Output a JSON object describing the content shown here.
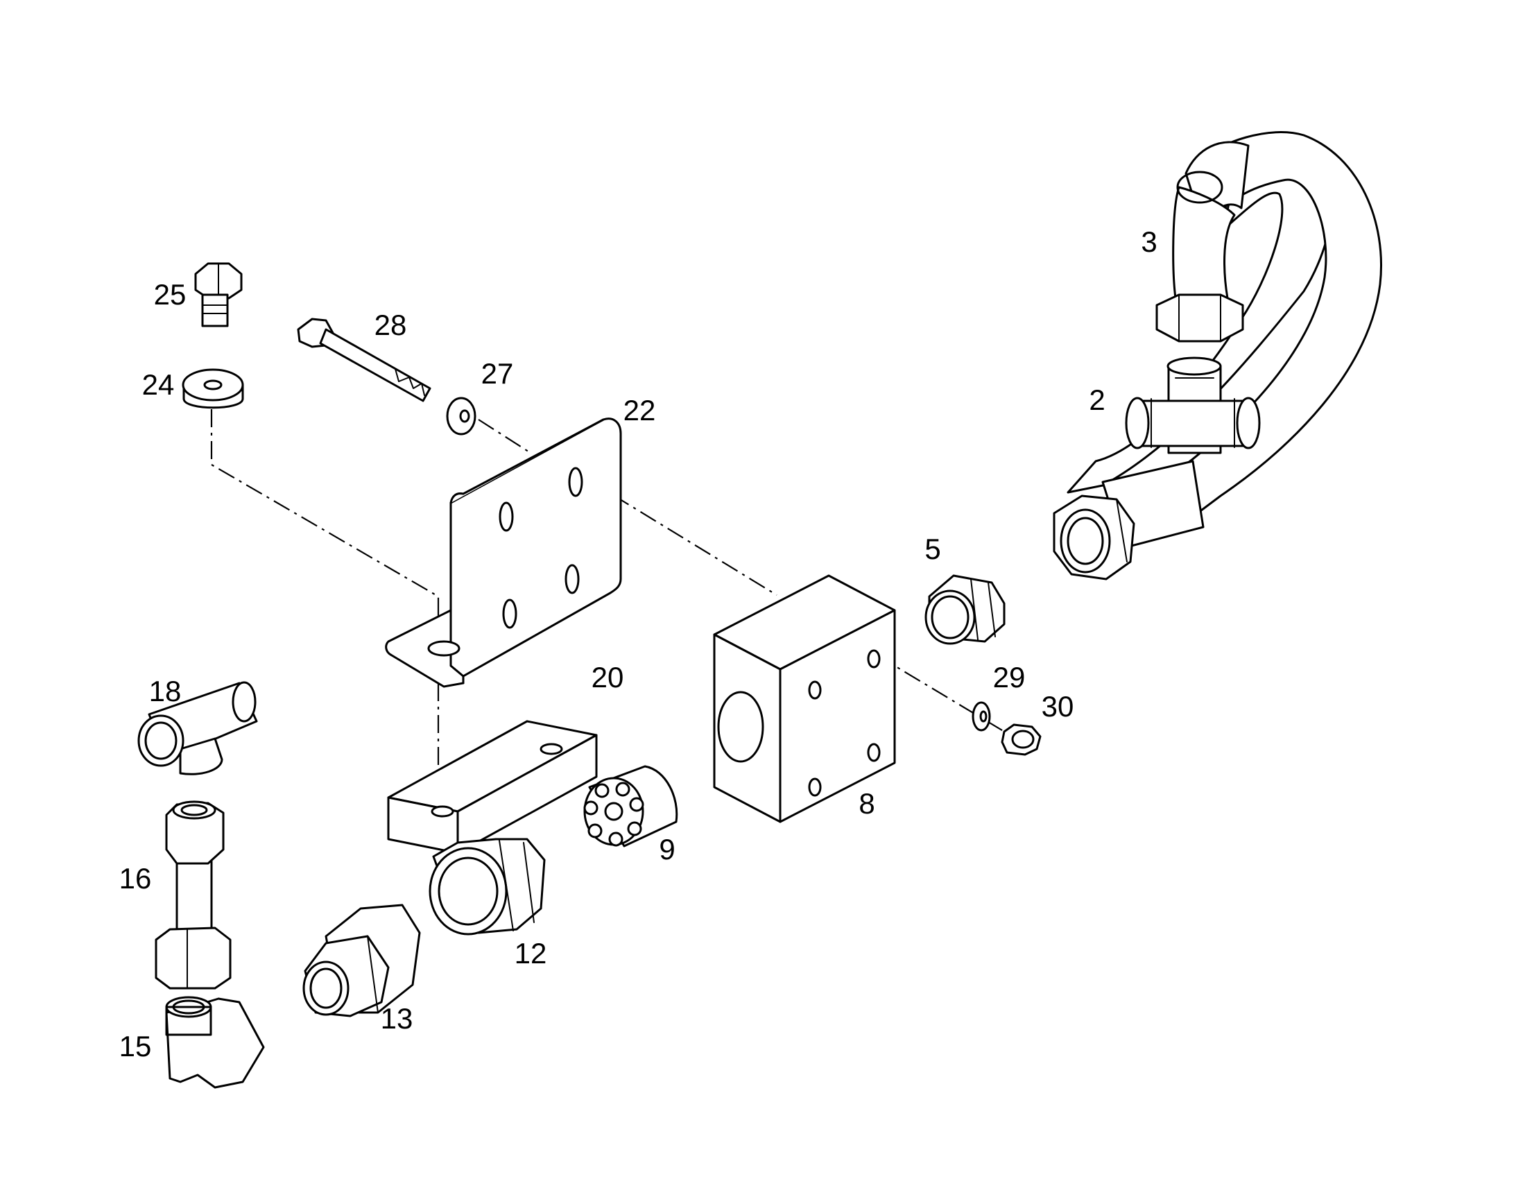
{
  "callouts": {
    "p2": "2",
    "p3": "3",
    "p5": "5",
    "p8": "8",
    "p9": "9",
    "p12": "12",
    "p13": "13",
    "p15": "15",
    "p16": "16",
    "p18": "18",
    "p20": "20",
    "p22": "22",
    "p24": "24",
    "p25": "25",
    "p27": "27",
    "p28": "28",
    "p29": "29",
    "p30": "30"
  }
}
